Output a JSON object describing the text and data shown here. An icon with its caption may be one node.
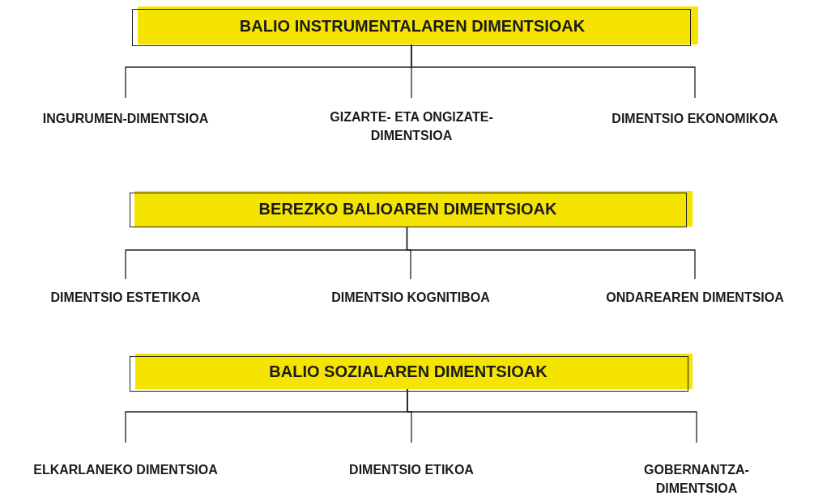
{
  "diagram": {
    "nodes": [
      {
        "text": [
          "BALIO INSTRUMENTALAREN DIMENTSIOAK"
        ]
      },
      {
        "text": [
          "INGURUMEN-DIMENTSIOA"
        ]
      },
      {
        "text": [
          "GIZARTE- ETA ONGIZATE-DIMENTSIOA"
        ]
      },
      {
        "text": [
          "DIMENTSIO EKONOMIKOA"
        ]
      },
      {
        "text": [
          "BEREZKO BALIOAREN DIMENTSIOAK"
        ]
      },
      {
        "text": [
          "DIMENTSIO ESTETIKOA"
        ]
      },
      {
        "text": [
          "DIMENTSIO KOGNITIBOA"
        ]
      },
      {
        "text": [
          "ONDAREAREN DIMENTSIOA"
        ]
      },
      {
        "text": [
          "BALIO SOZIALAREN DIMENTSIOAK"
        ]
      },
      {
        "text": [
          "ELKARLANEKO DIMENTSIOA"
        ]
      },
      {
        "text": [
          "DIMENTSIO ETIKOA"
        ]
      },
      {
        "text": [
          "GOBERNANTZA-DIMENTSIOA"
        ]
      }
    ],
    "edges": [
      {
        "from": 0,
        "to": 1,
        "arrow": "none"
      },
      {
        "from": 0,
        "to": 2,
        "arrow": "none"
      },
      {
        "from": 0,
        "to": 3,
        "arrow": "none"
      },
      {
        "from": 4,
        "to": 5,
        "arrow": "none"
      },
      {
        "from": 4,
        "to": 6,
        "arrow": "none"
      },
      {
        "from": 4,
        "to": 7,
        "arrow": "none"
      },
      {
        "from": 8,
        "to": 9,
        "arrow": "none"
      },
      {
        "from": 8,
        "to": 10,
        "arrow": "none"
      },
      {
        "from": 8,
        "to": 11,
        "arrow": "none"
      }
    ]
  }
}
